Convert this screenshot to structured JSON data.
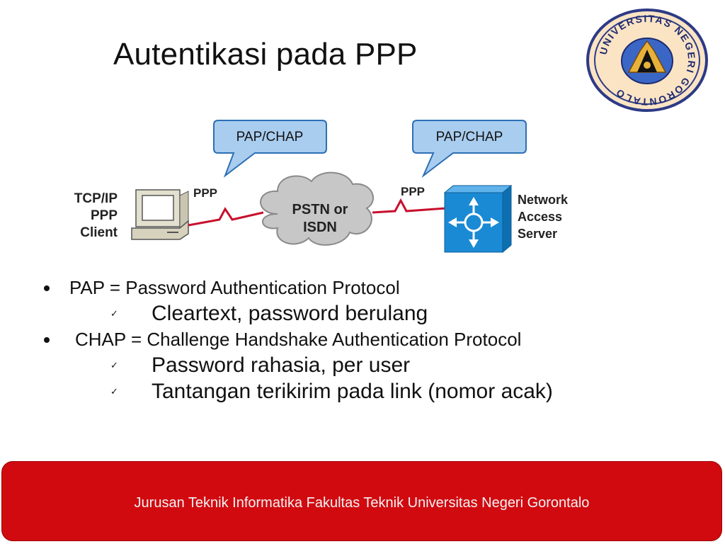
{
  "title": "Autentikasi pada PPP",
  "logo": {
    "icon": "university-seal-icon",
    "ring_text": "UNIVERSITAS NEGERI GORONTALO",
    "colors": {
      "ring": "#2c3a86",
      "background": "#fbe4c4",
      "inner": "#3a67c6"
    }
  },
  "diagram": {
    "callout_left": "PAP/CHAP",
    "callout_right": "PAP/CHAP",
    "client_label": [
      "TCP/IP",
      "PPP",
      "Client"
    ],
    "link_left": "PPP",
    "link_right": "PPP",
    "cloud_label": [
      "PSTN or",
      "ISDN"
    ],
    "server_label": [
      "Network",
      "Access",
      "Server"
    ],
    "colors": {
      "callout": "#a9cdef",
      "callout_border": "#2d6fb5",
      "cloud": "#c7c7c7",
      "link": "#c8102e",
      "server": "#1a8ad4"
    }
  },
  "bullets": [
    {
      "text": "PAP = Password Authentication Protocol",
      "subitems": [
        "Cleartext, password berulang"
      ]
    },
    {
      "text": "CHAP = Challenge Handshake Authentication Protocol",
      "subitems": [
        "Password rahasia, per user",
        "Tantangan terikirim pada link (nomor acak)"
      ]
    }
  ],
  "footer": {
    "text": "Jurusan Teknik Informatika Fakultas Teknik Universitas Negeri Gorontalo",
    "color": "#d10a10"
  }
}
